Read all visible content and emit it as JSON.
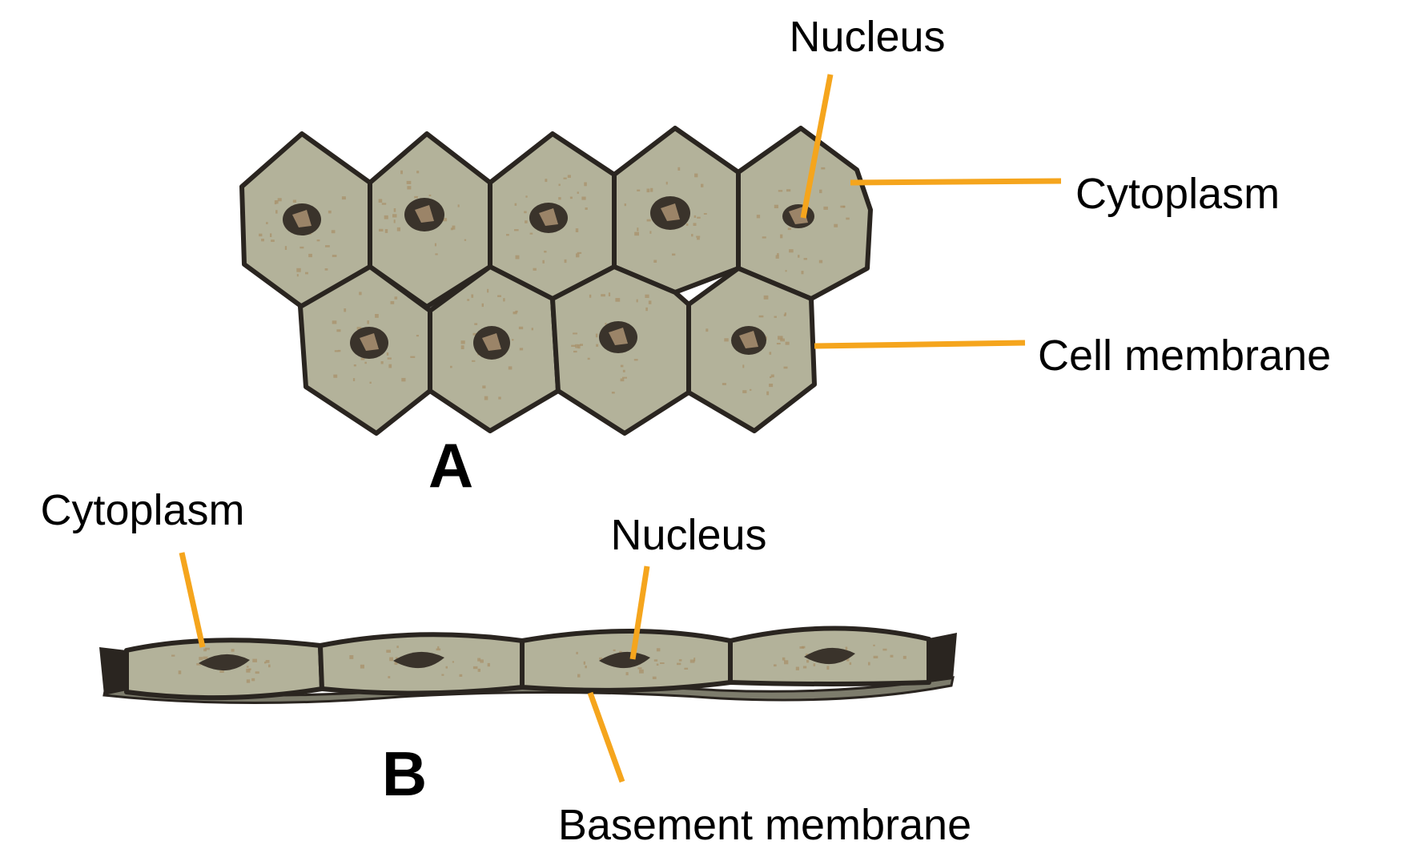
{
  "colors": {
    "cell_fill": "#b3b29a",
    "cell_outline": "#2a2520",
    "nucleus_fill": "#3a332b",
    "nucleus_inner": "#9b8468",
    "speckle": "#a8906a",
    "leader_line": "#f5a51d",
    "basement_membrane": "#7d7c6c"
  },
  "panel_a": {
    "letter": "A",
    "labels": {
      "nucleus": "Nucleus",
      "cytoplasm": "Cytoplasm",
      "cell_membrane": "Cell membrane"
    }
  },
  "panel_b": {
    "letter": "B",
    "labels": {
      "cytoplasm": "Cytoplasm",
      "nucleus": "Nucleus",
      "basement_membrane": "Basement membrane"
    }
  }
}
